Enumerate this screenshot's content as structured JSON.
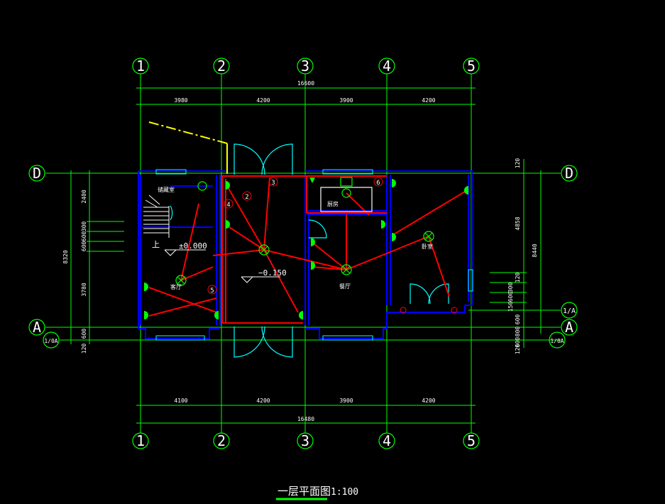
{
  "drawing": {
    "title": "一层平面图",
    "scale": "1:100"
  },
  "grid": {
    "columns": [
      "1",
      "2",
      "3",
      "4",
      "5"
    ],
    "rows": [
      "D",
      "A"
    ],
    "sub_rows": [
      "1/A",
      "1/0A"
    ]
  },
  "dimensions": {
    "top_total": "16600",
    "top_segments": [
      "3980",
      "4200",
      "3900",
      "4200"
    ],
    "bottom_total": "16480",
    "bottom_segments": [
      "4100",
      "4200",
      "3900",
      "4200"
    ],
    "left_total": "8320",
    "left_segments": [
      "2400",
      "300",
      "600",
      "600",
      "3780",
      "600",
      "120"
    ],
    "right_total": "8440",
    "right_segments": [
      "120",
      "4858",
      "120",
      "300",
      "600",
      "150",
      "600",
      "800",
      "600",
      "120"
    ]
  },
  "rooms": {
    "storage": "储藏室",
    "kitchen": "厨房",
    "guest": "客厅",
    "dining": "餐厅",
    "bedroom": "卧室",
    "stair_up": "上"
  },
  "levels": {
    "main": "±0.000",
    "sunken": "−0.150"
  },
  "circuit_markers": [
    "2",
    "3",
    "4",
    "5",
    "6"
  ],
  "colors": {
    "background": "#000000",
    "grid_line": "#00ff00",
    "wall": "#0000ff",
    "wiring": "#ff0000",
    "door": "#00ffff",
    "text": "#ffffff",
    "leader": "#ffff00"
  }
}
